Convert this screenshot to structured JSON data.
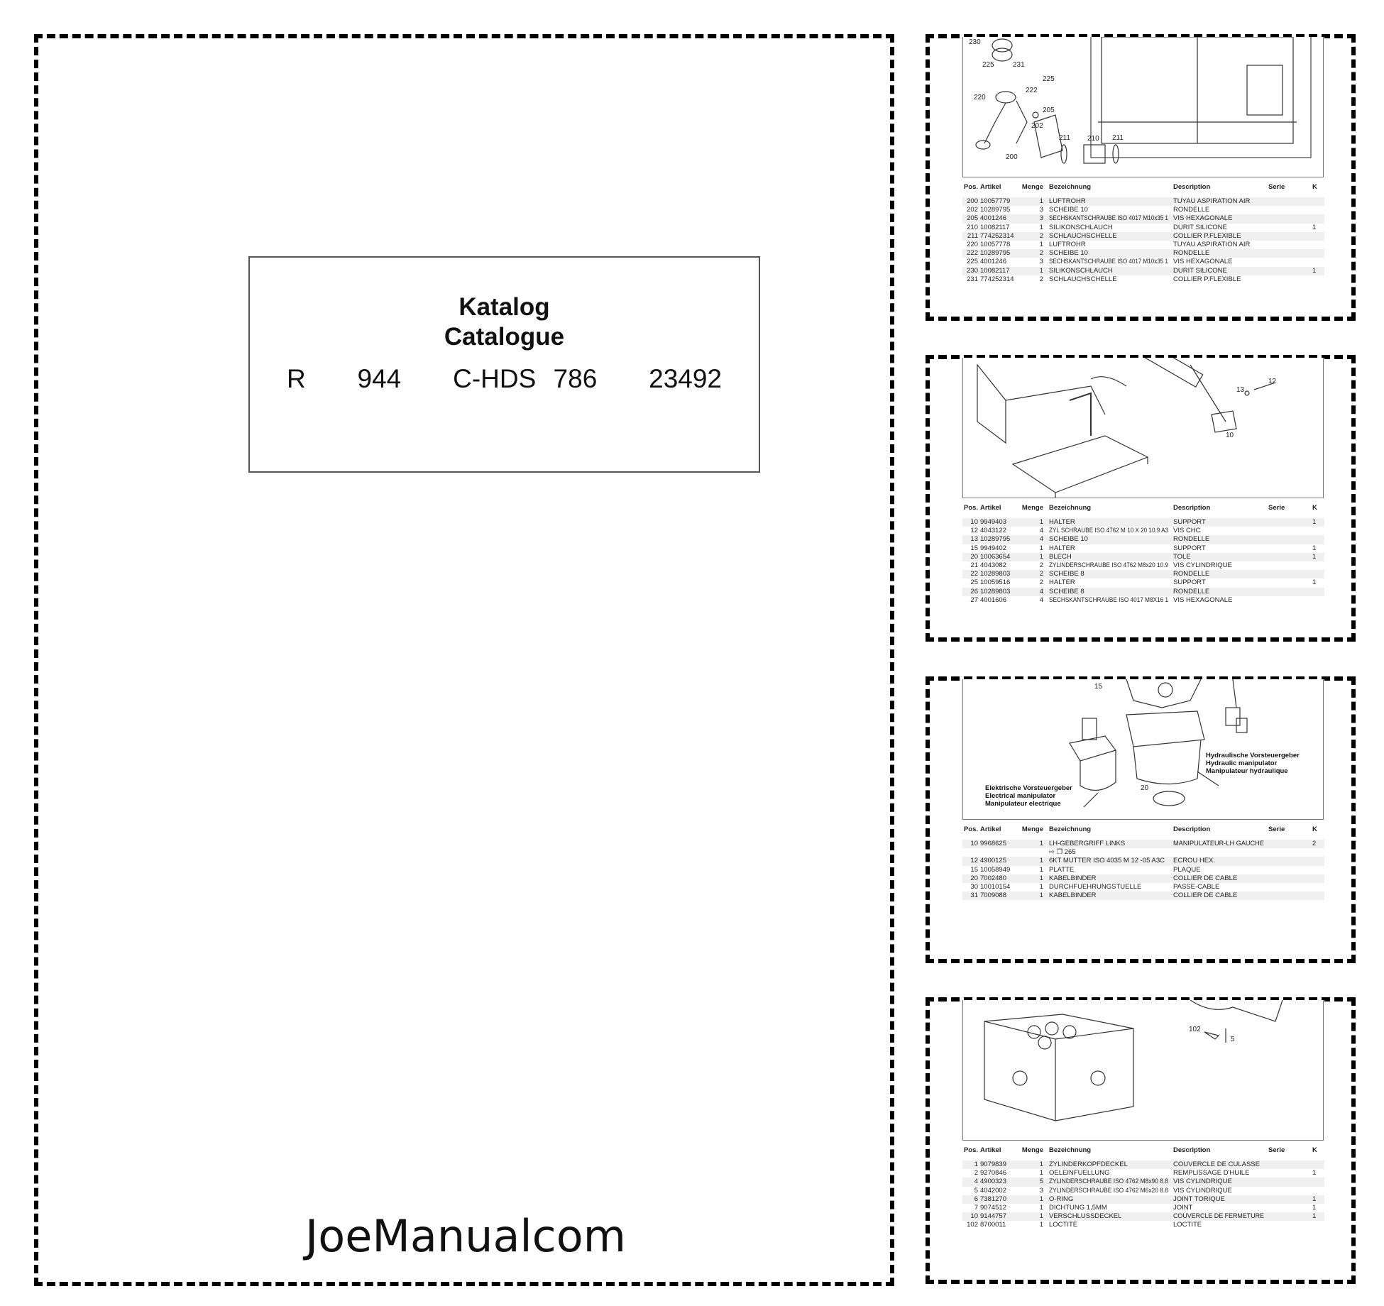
{
  "cover": {
    "title_de": "Katalog",
    "title_fr": "Catalogue",
    "model_line": "R   944   C-HDS 786   23492",
    "watermark": "JoeManualcom"
  },
  "table_headers": {
    "pos": "Pos.",
    "artikel": "Artikel",
    "menge": "Menge",
    "bezeichnung": "Bezeichnung",
    "description": "Description",
    "serie": "Serie",
    "k": "K"
  },
  "pages": [
    {
      "callouts": [
        "230",
        "225",
        "231",
        "222",
        "225",
        "220",
        "205",
        "202",
        "211",
        "210",
        "211",
        "200"
      ],
      "rows": [
        [
          "200",
          "10057779",
          "1",
          "LUFTROHR",
          "TUYAU ASPIRATION AIR",
          ""
        ],
        [
          "202",
          "10289795",
          "3",
          "SCHEIBE 10",
          "RONDELLE",
          ""
        ],
        [
          "205",
          "4001246",
          "3",
          "SECHSKANTSCHRAUBE ISO 4017 M10x35 1",
          "VIS HEXAGONALE",
          ""
        ],
        [
          "210",
          "10082117",
          "1",
          "SILIKONSCHLAUCH",
          "DURIT SILICONE",
          "1"
        ],
        [
          "211",
          "774252314",
          "2",
          "SCHLAUCHSCHELLE",
          "COLLIER P.FLEXIBLE",
          ""
        ],
        [
          "220",
          "10057778",
          "1",
          "LUFTROHR",
          "TUYAU ASPIRATION AIR",
          ""
        ],
        [
          "222",
          "10289795",
          "2",
          "SCHEIBE 10",
          "RONDELLE",
          ""
        ],
        [
          "225",
          "4001246",
          "3",
          "SECHSKANTSCHRAUBE ISO 4017 M10x35 1",
          "VIS HEXAGONALE",
          ""
        ],
        [
          "230",
          "10082117",
          "1",
          "SILIKONSCHLAUCH",
          "DURIT SILICONE",
          "1"
        ],
        [
          "231",
          "774252314",
          "2",
          "SCHLAUCHSCHELLE",
          "COLLIER P.FLEXIBLE",
          ""
        ]
      ]
    },
    {
      "callouts": [
        "13",
        "12",
        "10"
      ],
      "rows": [
        [
          "10",
          "9949403",
          "1",
          "HALTER",
          "SUPPORT",
          "1"
        ],
        [
          "12",
          "4043122",
          "4",
          "ZYL SCHRAUBE ISO 4762 M 10 X 20 10.9 A3",
          "VIS CHC",
          ""
        ],
        [
          "13",
          "10289795",
          "4",
          "SCHEIBE 10",
          "RONDELLE",
          ""
        ],
        [
          "15",
          "9949402",
          "1",
          "HALTER",
          "SUPPORT",
          "1"
        ],
        [
          "20",
          "10063654",
          "1",
          "BLECH",
          "TOLE",
          "1"
        ],
        [
          "21",
          "4043082",
          "2",
          "ZYLINDERSCHRAUBE ISO 4762 M8x20 10.9",
          "VIS CYLINDRIQUE",
          ""
        ],
        [
          "22",
          "10289803",
          "2",
          "SCHEIBE 8",
          "RONDELLE",
          ""
        ],
        [
          "25",
          "10059516",
          "2",
          "HALTER",
          "SUPPORT",
          "1"
        ],
        [
          "26",
          "10289803",
          "4",
          "SCHEIBE 8",
          "RONDELLE",
          ""
        ],
        [
          "27",
          "4001606",
          "4",
          "SECHSKANTSCHRAUBE ISO 4017 M8X16 1",
          "VIS HEXAGONALE",
          ""
        ]
      ]
    },
    {
      "callouts": [
        "15",
        "20"
      ],
      "labels_hydraulic": [
        "Hydraulische Vorsteuergeber",
        "Hydraulic manipulator",
        "Manipulateur hydraulique"
      ],
      "labels_electric": [
        "Elektrische Vorsteuergeber",
        "Electrical manipulator",
        "Manipulateur electrique"
      ],
      "rows": [
        [
          "10",
          "9968625",
          "1",
          "LH-GEBERGRIFF LINKS",
          "MANIPULATEUR-LH GAUCHE",
          "2"
        ],
        [
          "",
          "",
          "",
          "⇨ ❐ 265",
          "",
          ""
        ],
        [
          "12",
          "4900125",
          "1",
          "6KT MUTTER ISO 4035 M 12 -05 A3C",
          "ECROU HEX.",
          ""
        ],
        [
          "15",
          "10058949",
          "1",
          "PLATTE",
          "PLAQUE",
          ""
        ],
        [
          "20",
          "7002480",
          "1",
          "KABELBINDER",
          "COLLIER DE CABLE",
          ""
        ],
        [
          "30",
          "10010154",
          "1",
          "DURCHFUEHRUNGSTUELLE",
          "PASSE-CABLE",
          ""
        ],
        [
          "31",
          "7009088",
          "1",
          "KABELBINDER",
          "COLLIER DE CABLE",
          ""
        ]
      ]
    },
    {
      "callouts": [
        "102",
        "5"
      ],
      "rows": [
        [
          "1",
          "9079839",
          "1",
          "ZYLINDERKOPFDECKEL",
          "COUVERCLE DE CULASSE",
          ""
        ],
        [
          "2",
          "9270846",
          "1",
          "OELEINFUELLUNG",
          "REMPLISSAGE D'HUILE",
          "1"
        ],
        [
          "4",
          "4900323",
          "5",
          "ZYLINDERSCHRAUBE ISO 4762 M8x90 8.8",
          "VIS CYLINDRIQUE",
          ""
        ],
        [
          "5",
          "4042002",
          "3",
          "ZYLINDERSCHRAUBE ISO 4762 M6x20 8.8",
          "VIS CYLINDRIQUE",
          ""
        ],
        [
          "6",
          "7381270",
          "1",
          "O-RING",
          "JOINT TORIQUE",
          "1"
        ],
        [
          "7",
          "9074512",
          "1",
          "DICHTUNG 1,5MM",
          "JOINT",
          "1"
        ],
        [
          "10",
          "9144757",
          "1",
          "VERSCHLUSSDECKEL",
          "COUVERCLE DE FERMETURE",
          "1"
        ],
        [
          "102",
          "8700011",
          "1",
          "LOCTITE",
          "LOCTITE",
          ""
        ]
      ]
    }
  ]
}
